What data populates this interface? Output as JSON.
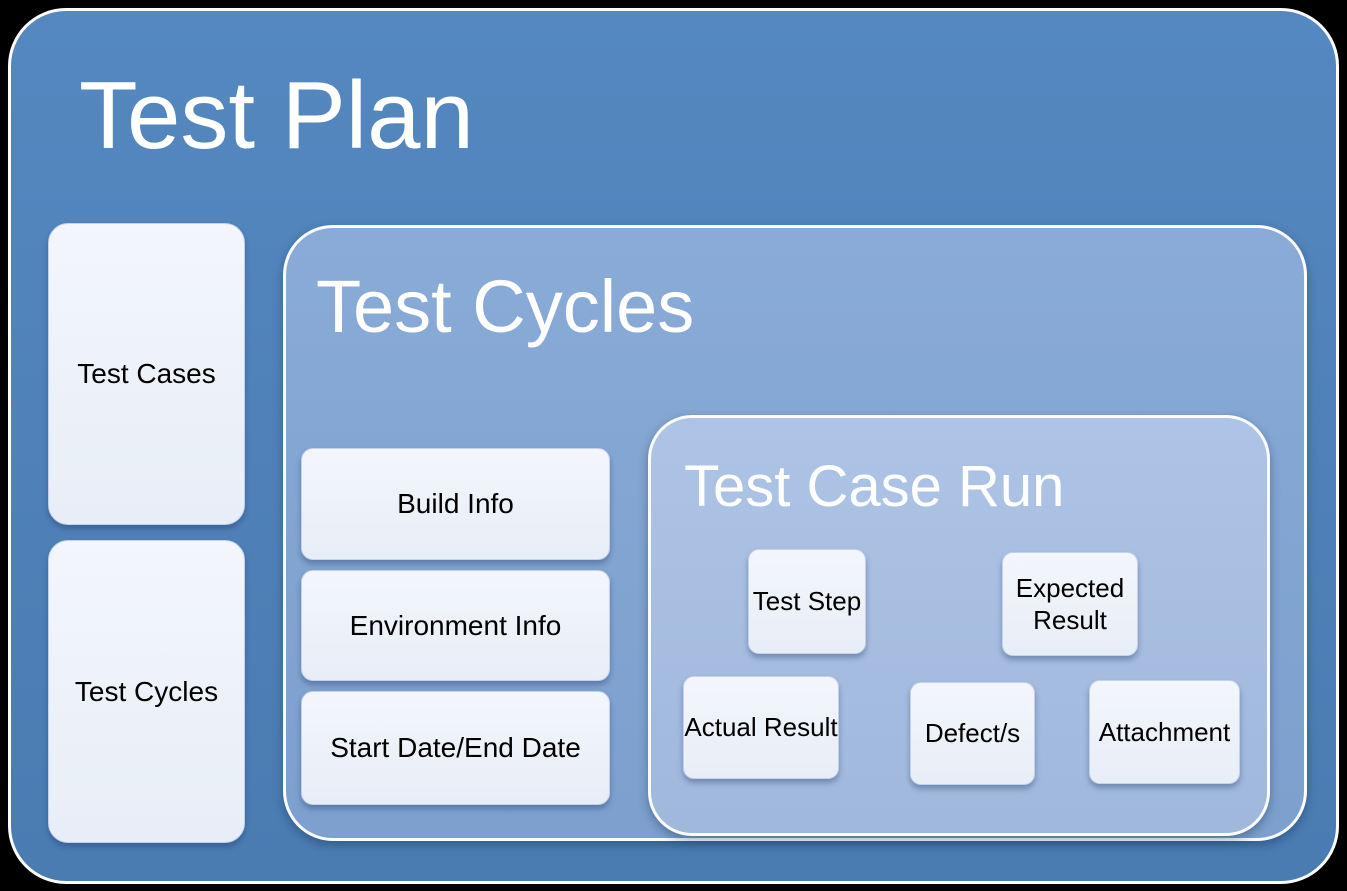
{
  "diagram": {
    "title": "Test Plan",
    "side_boxes": [
      {
        "label": "Test Cases"
      },
      {
        "label": "Test Cycles"
      }
    ],
    "test_cycles": {
      "title": "Test Cycles",
      "info_boxes": [
        {
          "label": "Build Info"
        },
        {
          "label": "Environment Info"
        },
        {
          "label": "Start Date/End Date"
        }
      ],
      "test_case_run": {
        "title": "Test Case Run",
        "row1": [
          {
            "label": "Test Step"
          },
          {
            "label": "Expected Result"
          }
        ],
        "row2": [
          {
            "label": "Actual Result"
          },
          {
            "label": "Defect/s"
          },
          {
            "label": "Attachment"
          }
        ]
      }
    },
    "colors": {
      "page_background": "#000000",
      "test_plan_fill": "#4f81bd",
      "test_cycles_fill": "#82a4d1",
      "test_case_run_fill": "#a6bde0",
      "card_fill": "#eef2f9",
      "panel_border": "#ffffff",
      "title_text": "#ffffff",
      "card_text": "#000000"
    }
  }
}
